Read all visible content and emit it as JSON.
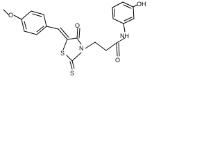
{
  "molecule": {
    "atoms": {
      "methoxy_o": "O",
      "thioxo_s": "S",
      "ring_s": "S",
      "ring_n": "N",
      "carbonyl_o_ring": "O",
      "amide_o": "O",
      "amide_nh": "NH",
      "hydroxyl_oh": "OH"
    }
  },
  "colors": {
    "ink": "#000000",
    "background": "#ffffff"
  }
}
